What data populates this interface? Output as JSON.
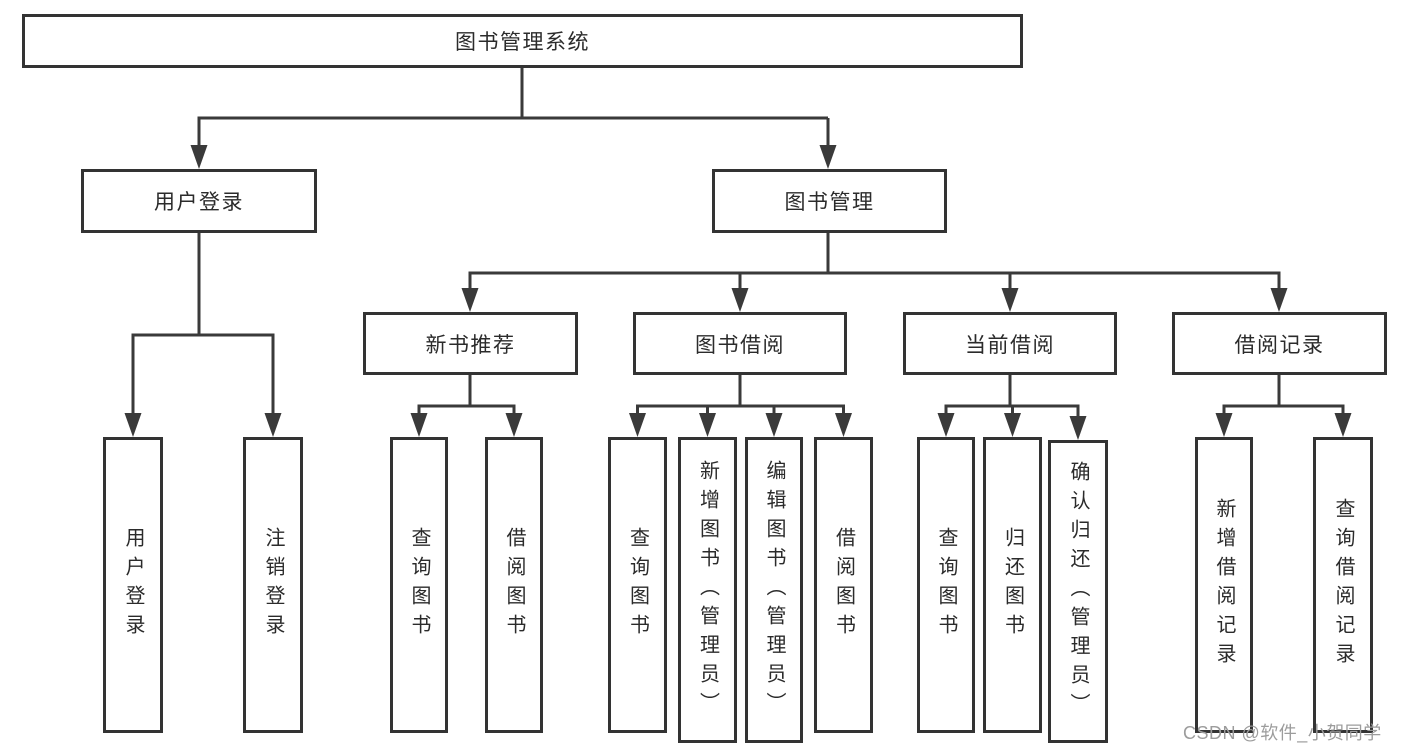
{
  "tree": {
    "label": "图书管理系统",
    "children": [
      {
        "label": "用户登录",
        "children": [
          {
            "label": "用户登录"
          },
          {
            "label": "注销登录"
          }
        ]
      },
      {
        "label": "图书管理",
        "children": [
          {
            "label": "新书推荐",
            "children": [
              {
                "label": "查询图书"
              },
              {
                "label": "借阅图书"
              }
            ]
          },
          {
            "label": "图书借阅",
            "children": [
              {
                "label": "查询图书"
              },
              {
                "label": "新增图书（管理员）"
              },
              {
                "label": "编辑图书（管理员）"
              },
              {
                "label": "借阅图书"
              }
            ]
          },
          {
            "label": "当前借阅",
            "children": [
              {
                "label": "查询图书"
              },
              {
                "label": "归还图书"
              },
              {
                "label": "确认归还（管理员）"
              }
            ]
          },
          {
            "label": "借阅记录",
            "children": [
              {
                "label": "新增借阅记录"
              },
              {
                "label": "查询借阅记录"
              }
            ]
          }
        ]
      }
    ]
  },
  "watermark": {
    "text": "CSDN @软件_小贺同学",
    "color": "#9c9c9c"
  },
  "colors": {
    "line": "#3a3a3a",
    "box_border": "#333333",
    "text": "#2b2b2b",
    "background": "#ffffff",
    "watermark": "#9c9c9c"
  }
}
